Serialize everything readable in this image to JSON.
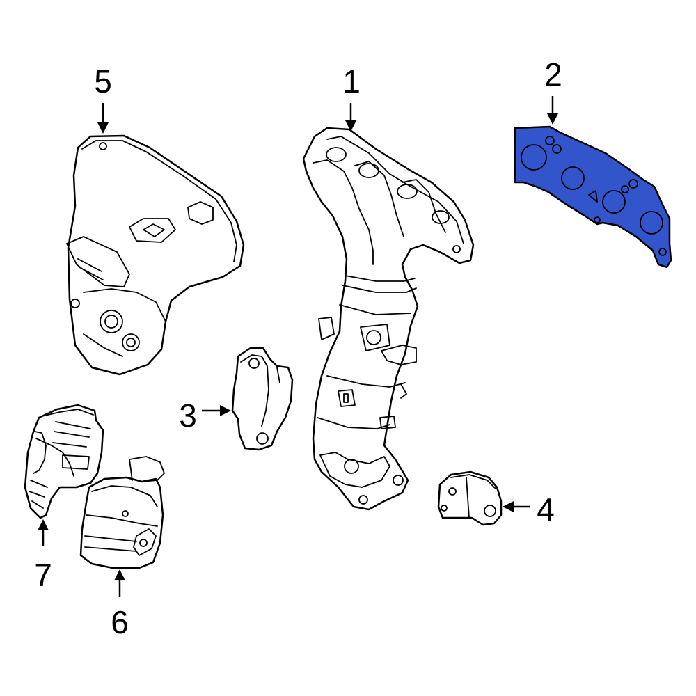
{
  "callouts": [
    {
      "id": "1",
      "label": "1"
    },
    {
      "id": "2",
      "label": "2"
    },
    {
      "id": "3",
      "label": "3"
    },
    {
      "id": "4",
      "label": "4"
    },
    {
      "id": "5",
      "label": "5"
    },
    {
      "id": "6",
      "label": "6"
    },
    {
      "id": "7",
      "label": "7"
    }
  ],
  "colors": {
    "highlight": "#3355cc",
    "line": "#000000",
    "background": "#ffffff"
  }
}
